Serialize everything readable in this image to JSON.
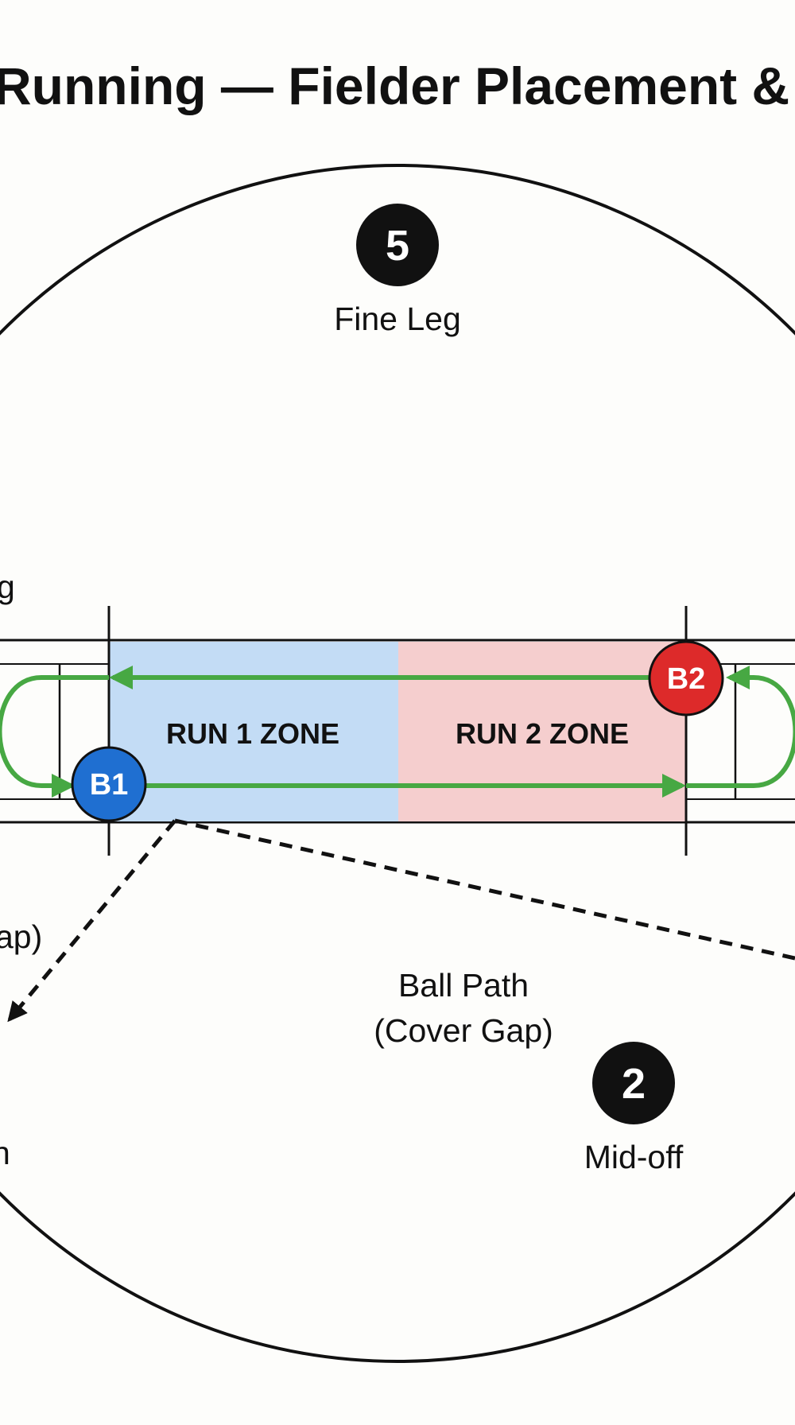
{
  "title": "Running — Fielder Placement &",
  "zones": [
    {
      "label": "RUN 1 ZONE",
      "color": "#c3dcf5"
    },
    {
      "label": "RUN 2 ZONE",
      "color": "#f5cece"
    }
  ],
  "batters": [
    {
      "label": "B1",
      "color": "#1f6fd1"
    },
    {
      "label": "B2",
      "color": "#dd2a2a"
    }
  ],
  "fielders": {
    "fine_leg": {
      "number": "5",
      "label": "Fine Leg"
    },
    "mid_off": {
      "number": "2",
      "label": "Mid-off"
    }
  },
  "ball_path": {
    "line1": "Ball Path",
    "line2": "(Cover Gap)"
  },
  "partial_labels": {
    "left_upper": "g",
    "left_middle": "ap)",
    "left_lower": "n"
  },
  "colors": {
    "run_arrow": "#47a843",
    "boundary": "#111111"
  }
}
